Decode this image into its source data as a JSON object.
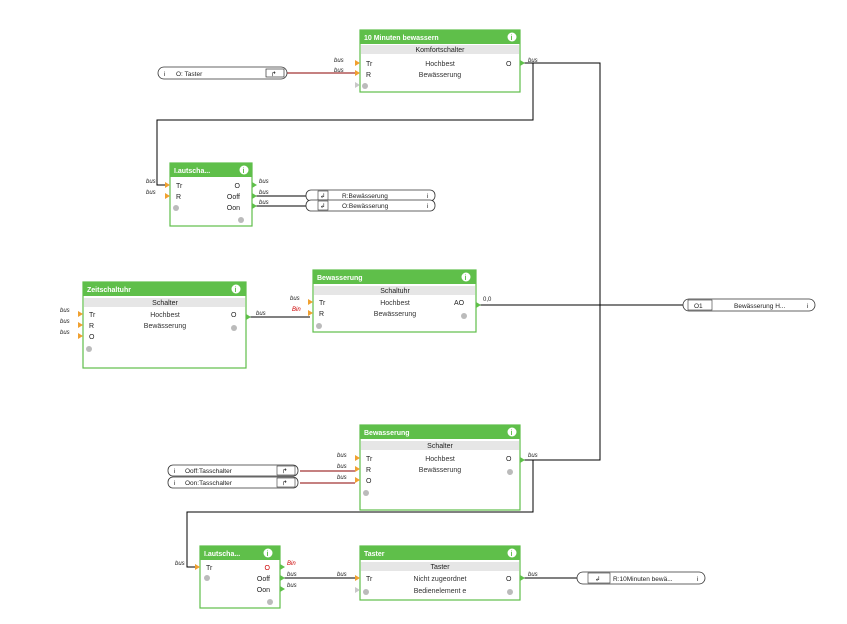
{
  "colors": {
    "block_header": "#5fbf4a",
    "block_border": "#5fbf4a",
    "subtitle_bg": "#e6e6e6",
    "wire_black": "#000000",
    "wire_red": "#8b0000",
    "port_in": "#f0a030",
    "port_out": "#5fbf4a",
    "port_ref": "#c8c8c8",
    "text_red": "#cc0000"
  },
  "blocks": {
    "b10min": {
      "title": "10 Minuten bewassern",
      "subtitle": "Komfortschalter",
      "in1": "Tr",
      "in2": "R",
      "param1": "Hochbest",
      "param2": "Bewässerung",
      "out1": "O"
    },
    "blatch1": {
      "title": "I.autscha...",
      "in1": "Tr",
      "in2": "R",
      "out1": "O",
      "out2": "Ooff",
      "out3": "Oon"
    },
    "bzeit": {
      "title": "Zeitschaltuhr",
      "subtitle": "Schalter",
      "in1": "Tr",
      "in2": "R",
      "in3": "O",
      "param1": "Hochbest",
      "param2": "Bewässerung",
      "out1": "O"
    },
    "bbew1": {
      "title": "Bewasserung",
      "subtitle": "Schaltuhr",
      "in1": "Tr",
      "in2": "R",
      "param1": "Hochbest",
      "param2": "Bewässerung",
      "out1": "AO"
    },
    "bbew2": {
      "title": "Bewasserung",
      "subtitle": "Schalter",
      "in1": "Tr",
      "in2": "R",
      "in3": "O",
      "param1": "Hochbest",
      "param2": "Bewässerung",
      "out1": "O"
    },
    "blatch2": {
      "title": "I.autscha...",
      "in1": "Tr",
      "out1": "O",
      "out2": "Ooff",
      "out3": "Oon"
    },
    "btaster": {
      "title": "Taster",
      "subtitle": "Taster",
      "in1": "Tr",
      "param1": "Nicht zugeordnet",
      "param2": "Bedienelement e",
      "out1": "O"
    }
  },
  "terminals": {
    "t_in_taster": {
      "text": "O: Taster"
    },
    "t_r_bew": {
      "text": "R:Bewässerung"
    },
    "t_o_bew": {
      "text": "O:Bewässerung"
    },
    "t_o1": {
      "text": "O1",
      "text2": "Bewässerung H..."
    },
    "t_ooff": {
      "text": "Ooff:Tasschalter"
    },
    "t_oon": {
      "text": "Oon:Tasschalter"
    },
    "t_r10": {
      "text": "R:10Minuten bewä..."
    }
  },
  "labels": {
    "bus": "bus",
    "bin": "Bin",
    "val00": "0,0"
  }
}
